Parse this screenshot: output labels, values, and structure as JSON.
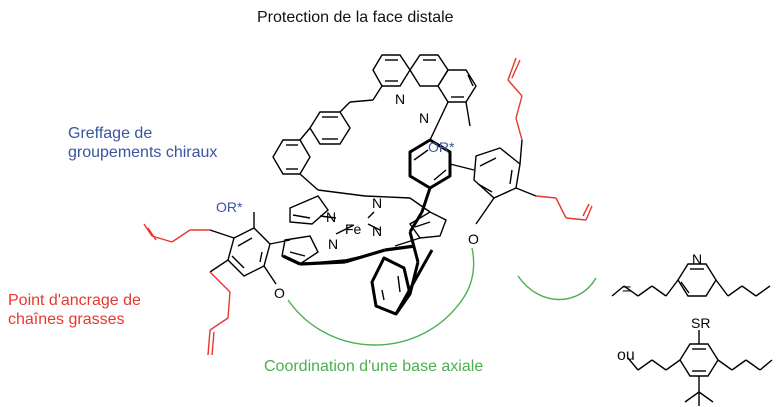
{
  "labels": {
    "top": "Protection de la face distale",
    "chiral_line1": "Greffage de",
    "chiral_line2": "groupements chiraux",
    "anchor_line1": "Point d'ancrage de",
    "anchor_line2": "chaînes grasses",
    "axial": "Coordination d'une base axiale",
    "equals": "=",
    "or": "ou"
  },
  "atoms": {
    "n": "N",
    "fe": "Fe",
    "or_star": "OR*",
    "o": "O",
    "sr": "SR"
  },
  "colors": {
    "text": "#111111",
    "chiral": "#3a55a0",
    "anchor": "#e8372c",
    "axial": "#4caf50",
    "bond": "#000000"
  }
}
